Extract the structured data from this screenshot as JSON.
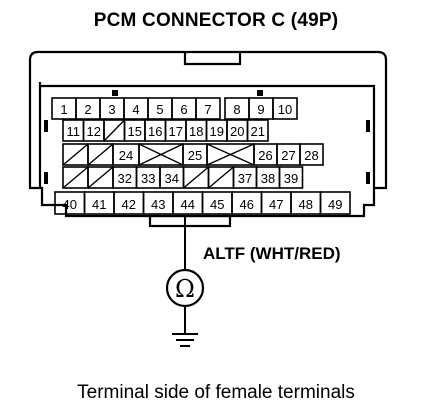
{
  "title": "PCM CONNECTOR C (49P)",
  "caption": "Terminal side of female terminals",
  "signal_label": "ALTF (WHT/RED)",
  "meter_symbol": "Ω",
  "meter_icon": "ohmmeter-icon",
  "ground_icon": "ground-icon",
  "connector": {
    "row1": [
      "1",
      "2",
      "3",
      "4",
      "5",
      "6",
      "7",
      "8",
      "9",
      "10"
    ],
    "row2": [
      "11",
      "12",
      "",
      "15",
      "16",
      "17",
      "18",
      "19",
      "20",
      "21"
    ],
    "row3": [
      "",
      "",
      "24",
      "",
      "25",
      "",
      "26",
      "27",
      "28"
    ],
    "row4": [
      "",
      "",
      "32",
      "33",
      "34",
      "",
      "",
      "37",
      "38",
      "39"
    ],
    "row5": [
      "40",
      "41",
      "42",
      "43",
      "44",
      "45",
      "46",
      "47",
      "48",
      "49"
    ],
    "probed_terminal": "44"
  }
}
